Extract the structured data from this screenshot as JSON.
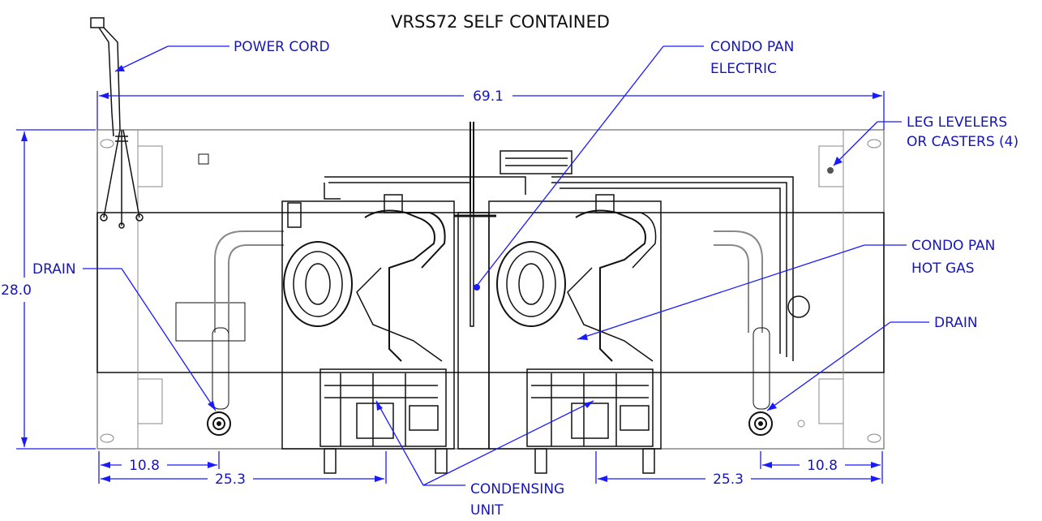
{
  "title": "VRSS72 SELF CONTAINED",
  "labels": {
    "power_cord": "POWER CORD",
    "condo_pan_electric_1": "CONDO PAN",
    "condo_pan_electric_2": "ELECTRIC",
    "leg_levelers_1": "LEG LEVELERS",
    "leg_levelers_2": "OR CASTERS (4)",
    "condo_pan_hot_gas_1": "CONDO PAN",
    "condo_pan_hot_gas_2": "HOT GAS",
    "drain_left": "DRAIN",
    "drain_right": "DRAIN",
    "condensing_unit_1": "CONDENSING",
    "condensing_unit_2": "UNIT"
  },
  "dimensions": {
    "overall_width": "69.1",
    "depth": "28.0",
    "left_drain_offset": "10.8",
    "left_unit_offset": "25.3",
    "right_unit_offset": "25.3",
    "right_drain_offset": "10.8"
  },
  "colors": {
    "annotation": "#1a1aff",
    "drawing": "#111111",
    "background": "#ffffff"
  }
}
